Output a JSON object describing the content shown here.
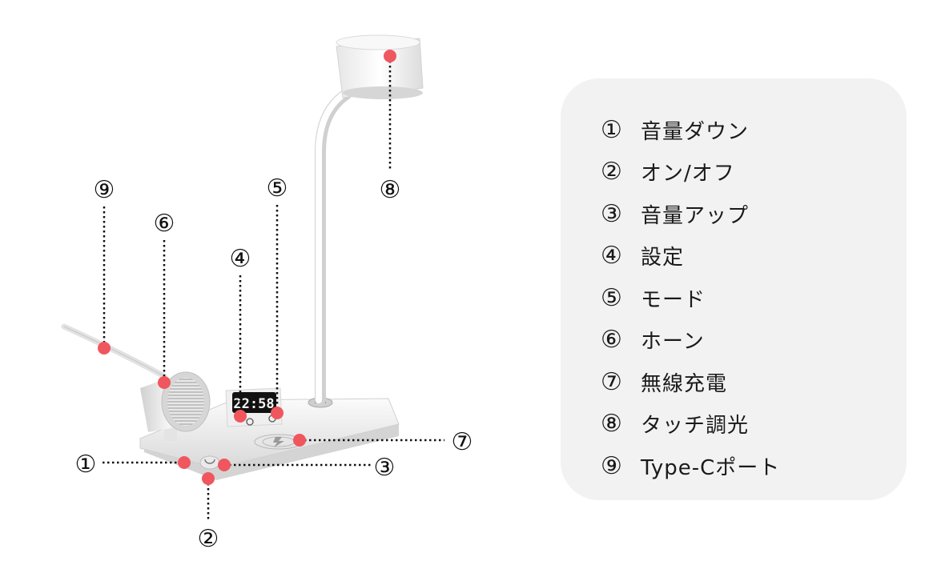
{
  "callouts": [
    {
      "num": "①",
      "label": "音量ダウン"
    },
    {
      "num": "②",
      "label": "オン/オフ"
    },
    {
      "num": "③",
      "label": "音量アップ"
    },
    {
      "num": "④",
      "label": "設定"
    },
    {
      "num": "⑤",
      "label": "モード"
    },
    {
      "num": "⑥",
      "label": "ホーン"
    },
    {
      "num": "⑦",
      "label": "無線充電"
    },
    {
      "num": "⑧",
      "label": "タッチ調光"
    },
    {
      "num": "⑨",
      "label": "Type‑Cポート"
    }
  ],
  "device": {
    "clock_display": "22:58"
  },
  "colors": {
    "marker": "#f0565e",
    "panel": "#f2f2f2",
    "display": "#111111"
  }
}
